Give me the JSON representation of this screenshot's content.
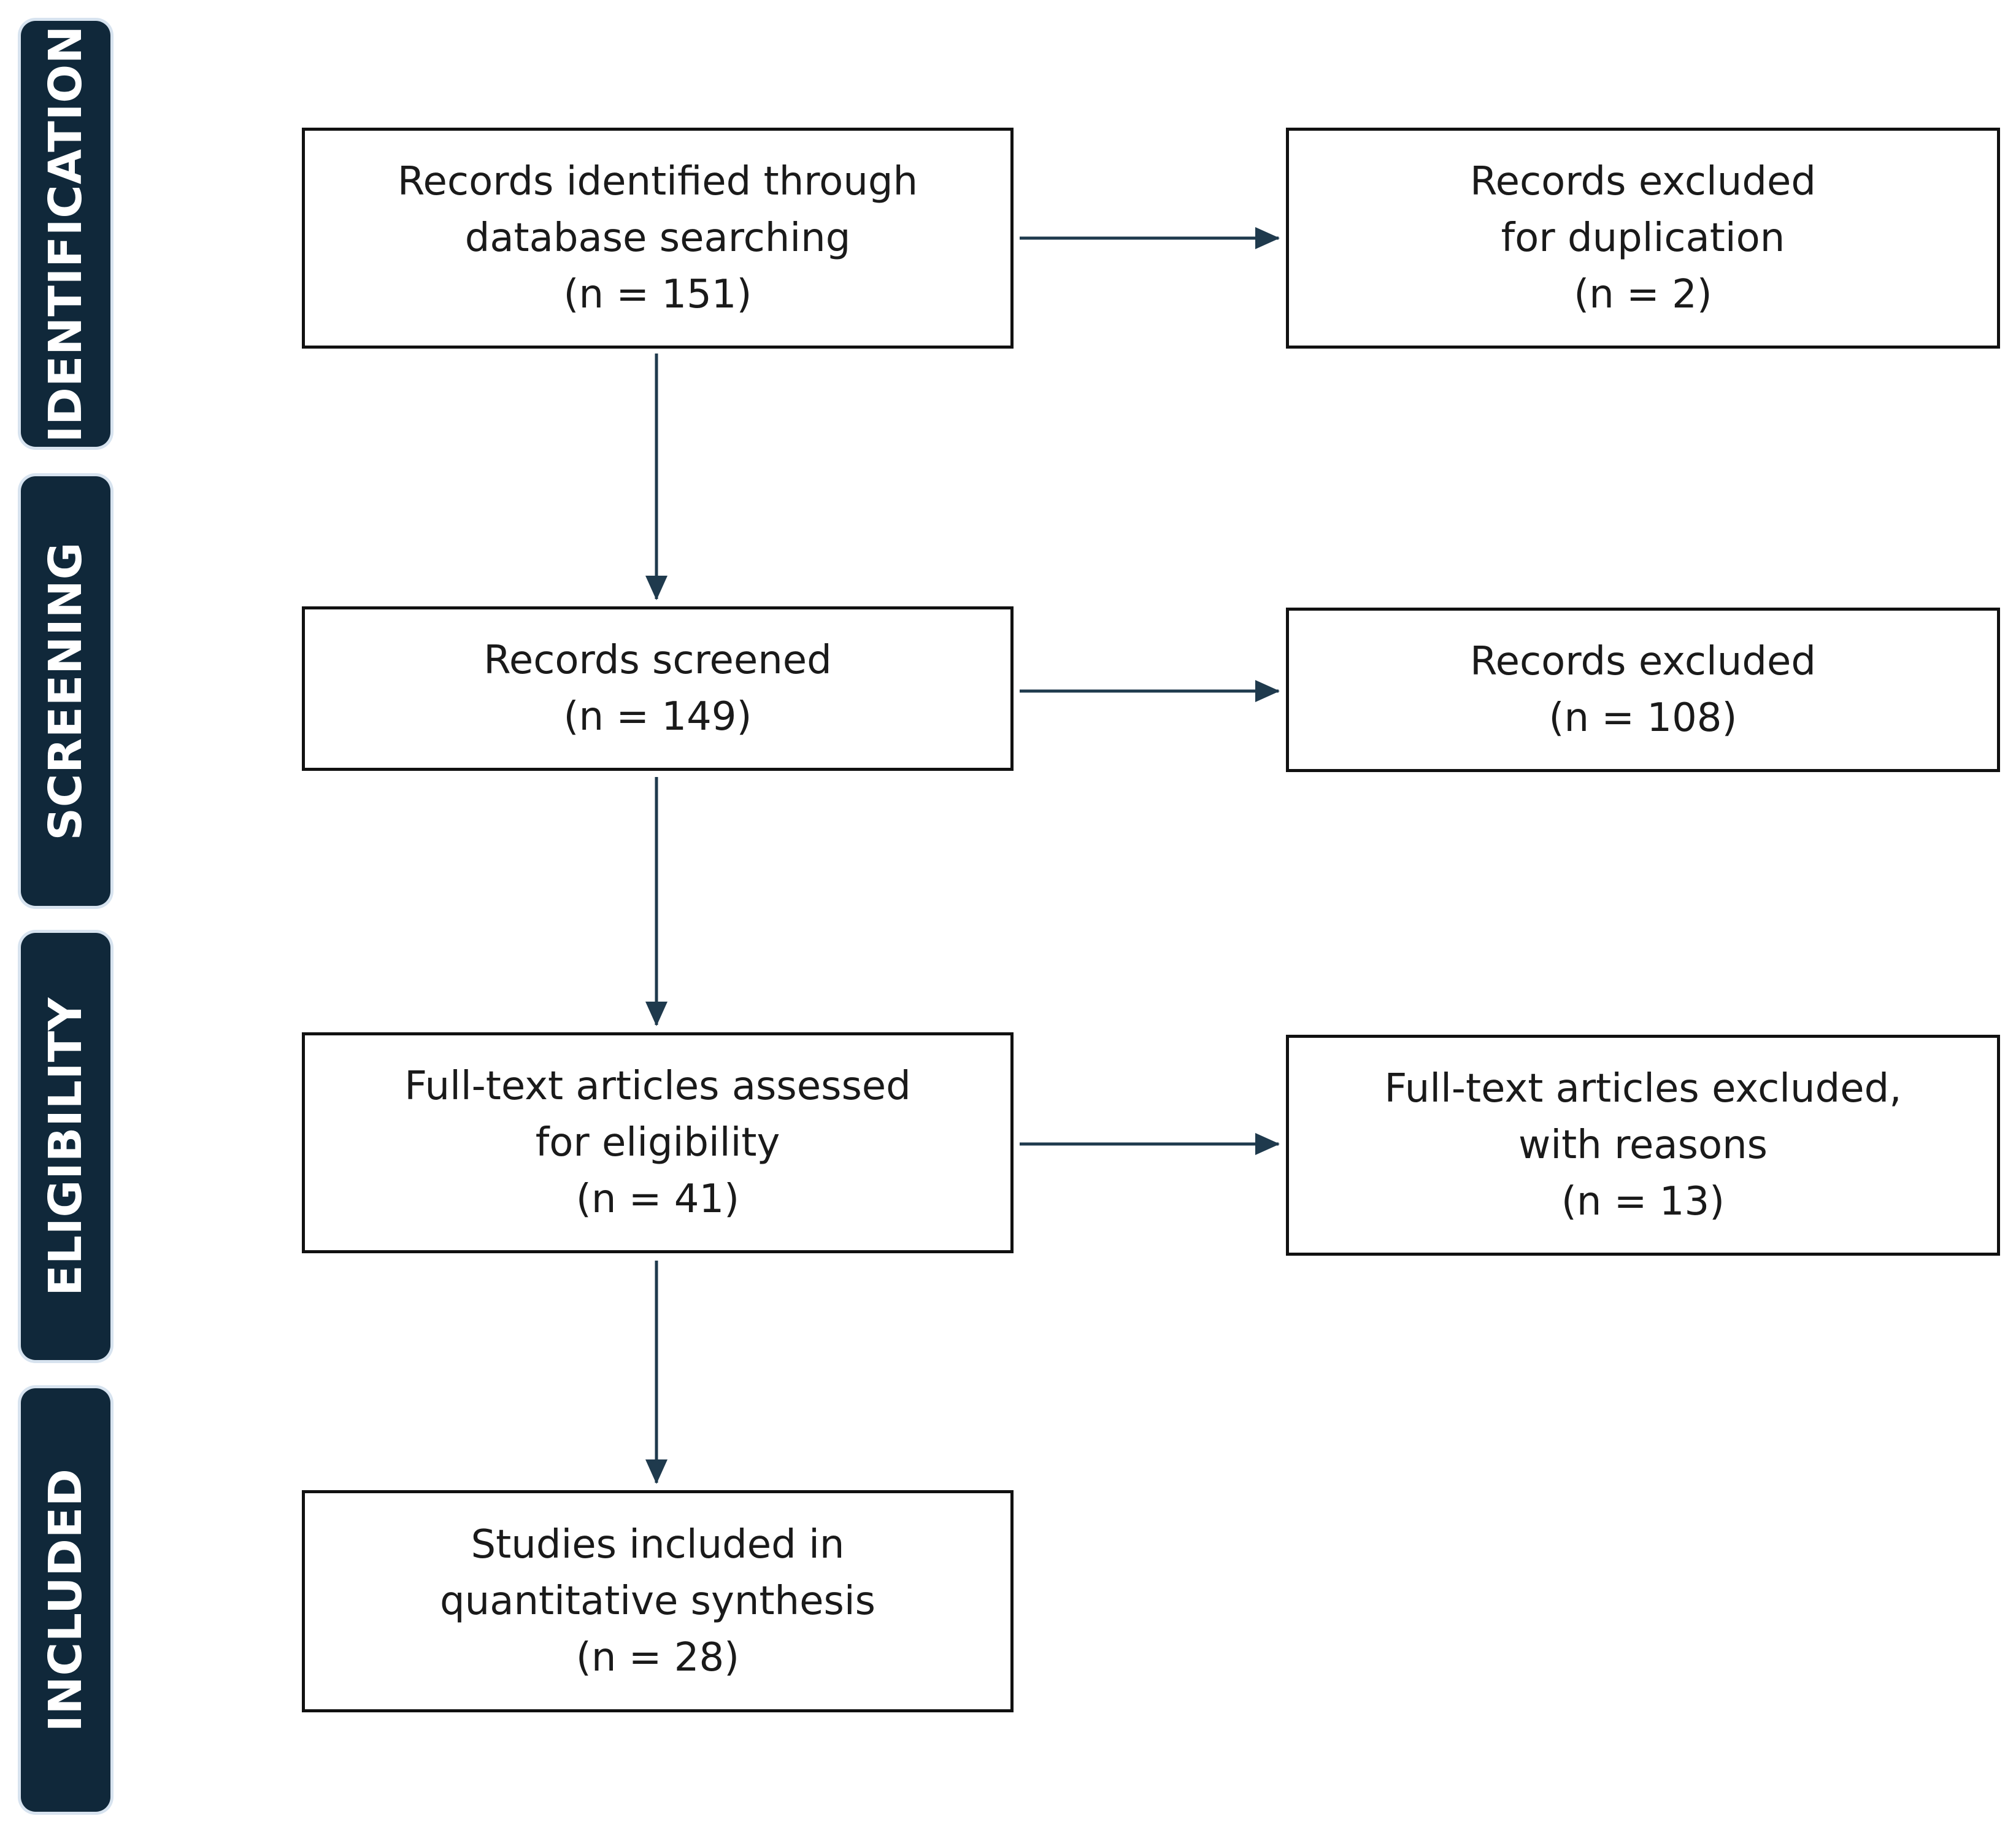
{
  "phases": {
    "identification": "IDENTIFICATION",
    "screening": "SCREENING",
    "eligibility": "ELIGIBILITY",
    "included": "INCLUDED"
  },
  "boxes": {
    "identified": {
      "lines": [
        "Records identified through",
        "database searching",
        "(n = 151)"
      ],
      "count": 151
    },
    "duplicates_excluded": {
      "lines": [
        "Records excluded",
        "for duplication",
        "(n = 2)"
      ],
      "count": 2
    },
    "screened": {
      "lines": [
        "Records screened",
        "(n = 149)"
      ],
      "count": 149
    },
    "screen_excluded": {
      "lines": [
        "Records excluded",
        "(n = 108)"
      ],
      "count": 108
    },
    "fulltext_assessed": {
      "lines": [
        "Full-text articles assessed",
        "for eligibility",
        "(n = 41)"
      ],
      "count": 41
    },
    "fulltext_excluded": {
      "lines": [
        "Full-text articles excluded,",
        "with reasons",
        "(n = 13)"
      ],
      "count": 13
    },
    "included": {
      "lines": [
        "Studies included in",
        "quantitative synthesis",
        "(n = 28)"
      ],
      "count": 28
    }
  },
  "colors": {
    "phase_tab": "#10283a",
    "phase_tab_outline": "#d7e3ef",
    "arrow": "#1f3a4d",
    "box_border": "#111111"
  }
}
